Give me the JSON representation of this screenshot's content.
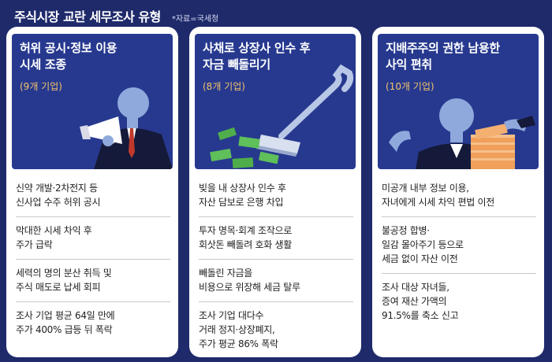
{
  "header": {
    "title": "주식시장 교란 세무조사 유형",
    "source": "*자료=국세청"
  },
  "cards": [
    {
      "title": "허위 공시·정보 이용\n시세 조종",
      "count": "(9개 기업)",
      "items": [
        "신약 개발·2차전지 등\n신사업 수주 허위 공시",
        "막대한 시세 차익 후\n주가 급락",
        "세력의 명의 분산 취득 및\n주식 매도로 납세 회피",
        "조사 기업 평균 64일 만에\n주가 400% 급등 뒤 폭락"
      ]
    },
    {
      "title": "사채로 상장사 인수 후\n자금 빼돌리기",
      "count": "(8개 기업)",
      "items": [
        "빚을 내 상장사 인수 후\n자산 담보로 은행 차입",
        "투자 명목·회계 조작으로\n회삿돈 빼돌려 호화 생활",
        "빼돌린 자금을\n비용으로 위장해 세금 탈루",
        "조사 기업 대다수\n거래 정지·상장폐지,\n주가 평균 86% 폭락"
      ]
    },
    {
      "title": "지배주주의 권한 남용한\n사익 편취",
      "count": "(10개 기업)",
      "items": [
        "미공개 내부 정보 이용,\n자녀에게 시세 차익 편법 이전",
        "불공정 합병·\n일감 몰아주기 등으로\n세금 없이 자산 이전",
        "조사 대상 자녀들,\n증여 재산 가액의\n91.5%를 축소 신고"
      ]
    }
  ]
}
